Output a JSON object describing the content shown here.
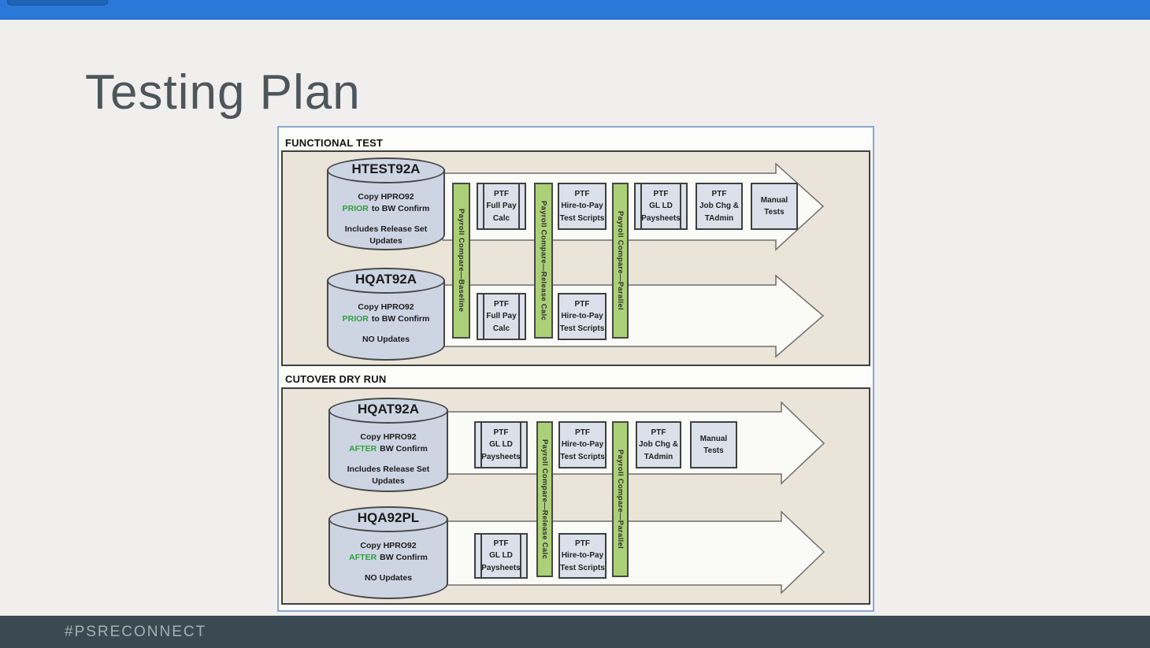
{
  "slide": {
    "title": "Testing Plan"
  },
  "footer": {
    "hashtag": "#PSRECONNECT"
  },
  "colors": {
    "topbar_blue": "#2a79d8",
    "topbar_tab_blue": "#1d63b8",
    "footer_bg": "#3b4a52",
    "footer_text": "#a2b0b6",
    "title_text": "#4d565b",
    "section_bg": "#eae5d8",
    "section_border": "#3f3f3f",
    "diagram_border": "#8ea6cf",
    "cylinder_fill": "#cdd5e3",
    "box_fill": "#dbe0ea",
    "compare_bar_green": "#abd077",
    "qualifier_green": "#2f9e3f",
    "arrow_fill": "#fafaf6",
    "arrow_stroke": "#6e6e6e"
  },
  "diagram": {
    "sections": [
      {
        "label": "FUNCTIONAL TEST",
        "cylinders": [
          {
            "name": "HTEST92A",
            "line1": "Copy HPRO92",
            "qualifier": "PRIOR",
            "line2_rest": "to BW Confirm",
            "line3": "Includes Release Set Updates"
          },
          {
            "name": "HQAT92A",
            "line1": "Copy HPRO92",
            "qualifier": "PRIOR",
            "line2_rest": "to BW Confirm",
            "line3": "NO Updates"
          }
        ],
        "compare_bars": [
          {
            "label": "Payroll Compare—Baseline"
          },
          {
            "label": "Payroll Compare—Release Calc"
          },
          {
            "label": "Payroll Compare—Parallel"
          }
        ],
        "row1_boxes": [
          {
            "label": "PTF\nFull Pay\nCalc"
          },
          {
            "label": "PTF\nHire-to-Pay\nTest Scripts"
          },
          {
            "label": "PTF\nGL LD\nPaysheets"
          },
          {
            "label": "PTF\nJob Chg &\nTAdmin"
          },
          {
            "label": "Manual\nTests"
          }
        ],
        "row2_boxes": [
          {
            "label": "PTF\nFull Pay\nCalc"
          },
          {
            "label": "PTF\nHire-to-Pay\nTest Scripts"
          }
        ]
      },
      {
        "label": "CUTOVER DRY RUN",
        "cylinders": [
          {
            "name": "HQAT92A",
            "line1": "Copy HPRO92",
            "qualifier": "AFTER",
            "line2_rest": "BW Confirm",
            "line3": "Includes Release Set Updates"
          },
          {
            "name": "HQA92PL",
            "line1": "Copy HPRO92",
            "qualifier": "AFTER",
            "line2_rest": "BW Confirm",
            "line3": "NO Updates"
          }
        ],
        "compare_bars": [
          {
            "label": "Payroll Compare—Release Calc"
          },
          {
            "label": "Payroll Compare—Parallel"
          }
        ],
        "row1_boxes": [
          {
            "label": "PTF\nGL LD\nPaysheets"
          },
          {
            "label": "PTF\nHire-to-Pay\nTest Scripts"
          },
          {
            "label": "PTF\nJob Chg &\nTAdmin"
          },
          {
            "label": "Manual\nTests"
          }
        ],
        "row2_boxes": [
          {
            "label": "PTF\nGL LD\nPaysheets"
          },
          {
            "label": "PTF\nHire-to-Pay\nTest Scripts"
          }
        ]
      }
    ]
  }
}
